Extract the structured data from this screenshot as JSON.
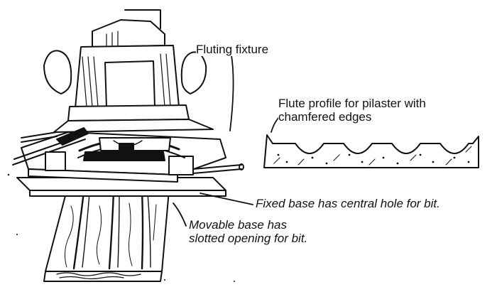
{
  "labels": {
    "fluting_fixture": "Fluting fixture",
    "flute_profile_line1": "Flute profile for pilaster with",
    "flute_profile_line2": "chamfered edges",
    "fixed_base": "Fixed base has central hole for bit.",
    "movable_base_line1": "Movable base has",
    "movable_base_line2": "slotted opening for bit."
  },
  "colors": {
    "ink": "#111111",
    "paper": "#ffffff"
  },
  "icons": {
    "router": "router-drawing",
    "profile": "flute-profile-drawing",
    "workpiece": "pilaster-board-drawing"
  }
}
